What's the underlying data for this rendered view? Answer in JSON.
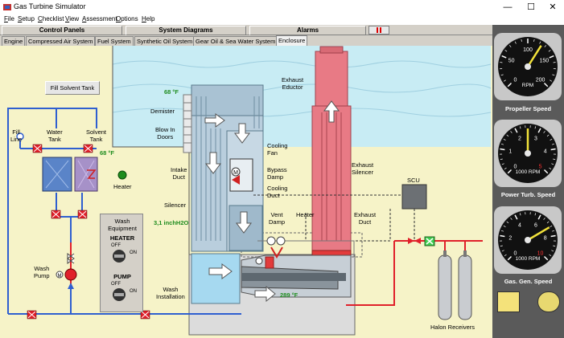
{
  "window": {
    "title": "Gas Turbine Simulator",
    "controls": {
      "minimize": "—",
      "maximize": "☐",
      "close": "✕"
    }
  },
  "menu": {
    "items": [
      {
        "ul": "F",
        "rest": "ile"
      },
      {
        "ul": "S",
        "rest": "etup"
      },
      {
        "ul": "C",
        "rest": "hecklist"
      },
      {
        "ul": "V",
        "rest": "iew"
      },
      {
        "ul": "A",
        "rest": "ssessment"
      },
      {
        "ul": "O",
        "rest": "ptions"
      },
      {
        "ul": "H",
        "rest": "elp"
      }
    ]
  },
  "toolbar": {
    "control_panels": "Control Panels",
    "system_diagrams": "System Diagrams",
    "alarms": "Alarms"
  },
  "tabs": [
    "Engine",
    "Compressed Air System",
    "Fuel System",
    "Synthetic Oil System",
    "Gear Oil & Sea Water System",
    "Enclosure"
  ],
  "active_tab": 5,
  "diagram": {
    "fill_solvent_button": "Fill Solvent Tank",
    "labels": {
      "fill_line": "Fill\nLine",
      "water_tank": "Water\nTank",
      "solvent_tank": "Solvent\nTank",
      "heater": "Heater",
      "wash_pump": "Wash\nPump",
      "wash_equipment": "Wash\nEquipment",
      "heater_switch": "HEATER",
      "pump_switch": "PUMP",
      "off": "OFF",
      "on": "ON",
      "demister": "Demister",
      "blow_in_doors": "Blow In\nDoors",
      "intake_duct": "Intake\nDuct",
      "silencer": "Silencer",
      "wash_installation": "Wash\nInstallation",
      "cooling_fan": "Cooling\nFan",
      "bypass_damp": "Bypass\nDamp",
      "cooling_duct": "Cooling\nDuct",
      "vent_damp": "Vent\nDamp",
      "heater2": "Heater",
      "exhaust_eductor": "Exhaust\nEductor",
      "exhaust_silencer": "Exhaust\nSilencer",
      "exhaust_duct": "Exhaust\nDuct",
      "scu": "SCU",
      "halon_receivers": "Halon Receivers"
    },
    "readings": {
      "outside_temp": "68 °F",
      "tank_temp": "68 °F",
      "silencer_dp": "3,1 inchH2O",
      "enclosure_temp": "289 °F"
    }
  },
  "gauges": [
    {
      "label": "Propeller Speed",
      "unit": "RPM",
      "ticks": [
        "0",
        "50",
        "100",
        "150",
        "200"
      ],
      "value_fraction": 0.62
    },
    {
      "label": "Power Turb. Speed",
      "unit": "1000 RPM",
      "ticks": [
        "0",
        "1",
        "2",
        "3",
        "4",
        "5"
      ],
      "value_fraction": 0.5
    },
    {
      "label": "Gas. Gen. Speed",
      "unit": "1000 RPM",
      "ticks": [
        "0",
        "2",
        "4",
        "6",
        "8",
        "10"
      ],
      "value_fraction": 0.72
    }
  ],
  "colors": {
    "sky": "#c8ecf4",
    "ground": "#f6f3c8",
    "pipe_blue": "#2f5fd0",
    "pipe_red": "#e0202a",
    "exhaust": "#e87a85",
    "intake": "#b9cedd",
    "temp_green": "#1e8c1e"
  }
}
